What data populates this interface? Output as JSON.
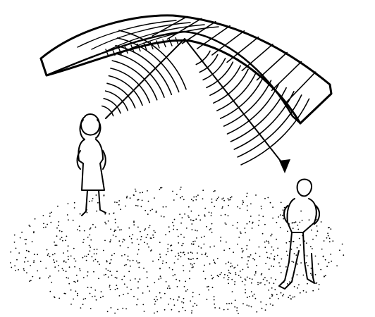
{
  "illustration": {
    "ink_color": "#000000",
    "background_color": "#ffffff",
    "depicts": [
      "curved-reflector",
      "woman-speaker",
      "man-listener",
      "sound-wavefronts",
      "reflected-ray-arrow",
      "stippled-ground"
    ]
  }
}
